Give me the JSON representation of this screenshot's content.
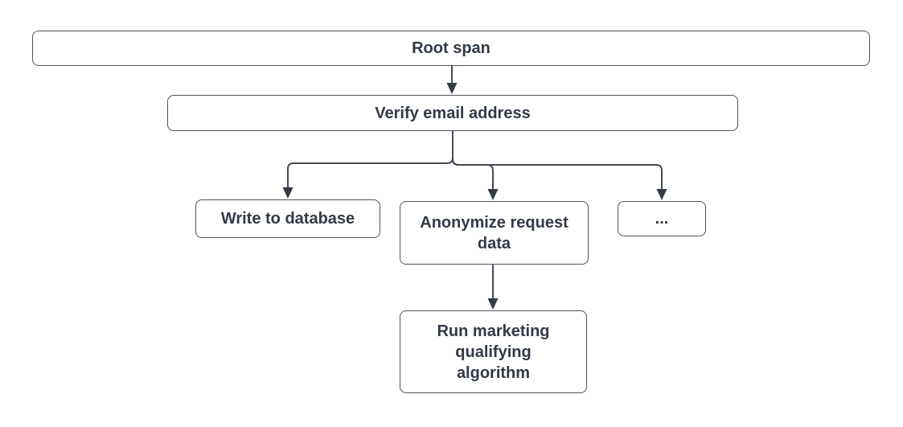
{
  "colors": {
    "background": "#ffffff",
    "node_fill": "#ffffff",
    "border": "#4c535e",
    "text": "#323a46",
    "line": "#454c57",
    "arrow": "#323a46"
  },
  "nodes": {
    "root": {
      "label": "Root span"
    },
    "verify": {
      "label": "Verify email address"
    },
    "write_db": {
      "label": "Write to database"
    },
    "anonymize": {
      "label": "Anonymize request\ndata"
    },
    "ellipsis": {
      "label": "..."
    },
    "run_marketing": {
      "label": "Run marketing\nqualifying\nalgorithm"
    }
  },
  "edges": [
    {
      "from": "Root span",
      "to": "Verify email address"
    },
    {
      "from": "Verify email address",
      "to": "Write to database"
    },
    {
      "from": "Verify email address",
      "to": "Anonymize request data"
    },
    {
      "from": "Verify email address",
      "to": "..."
    },
    {
      "from": "Anonymize request data",
      "to": "Run marketing qualifying algorithm"
    }
  ]
}
